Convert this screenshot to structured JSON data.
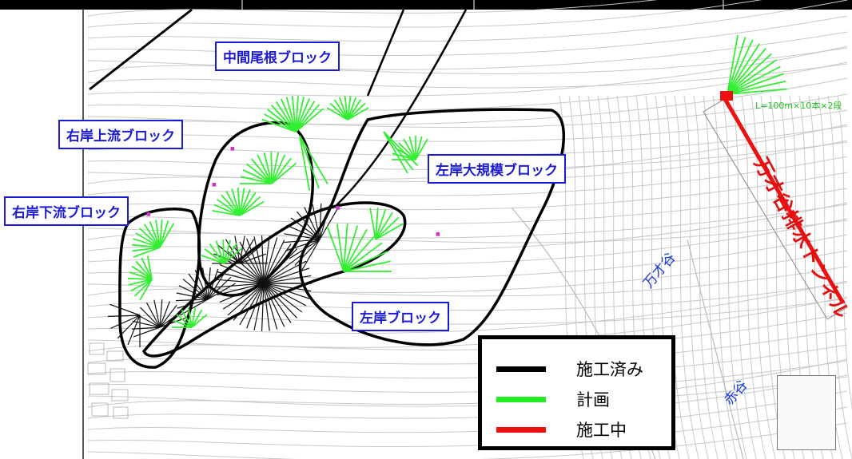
{
  "blocks": {
    "middle_ridge": "中間尾根ブロック",
    "right_upstream": "右岸上流ブロック",
    "right_downstream": "右岸下流ブロック",
    "left_large": "左岸大規模ブロック",
    "left": "左岸ブロック"
  },
  "valleys": {
    "manzai": "万才谷",
    "aka": "赤谷"
  },
  "tunnel": {
    "label": "万才谷排水トンネル",
    "spec": "L=100m×10本×2段"
  },
  "legend": {
    "items": [
      {
        "label": "施工済み",
        "color": "#000000"
      },
      {
        "label": "計画",
        "color": "#22ee22"
      },
      {
        "label": "施工中",
        "color": "#ee1111"
      }
    ]
  },
  "colors": {
    "block_label": "#1a1ad6",
    "planned": "#22ee22",
    "built": "#000000",
    "in_progress": "#ee1111"
  }
}
